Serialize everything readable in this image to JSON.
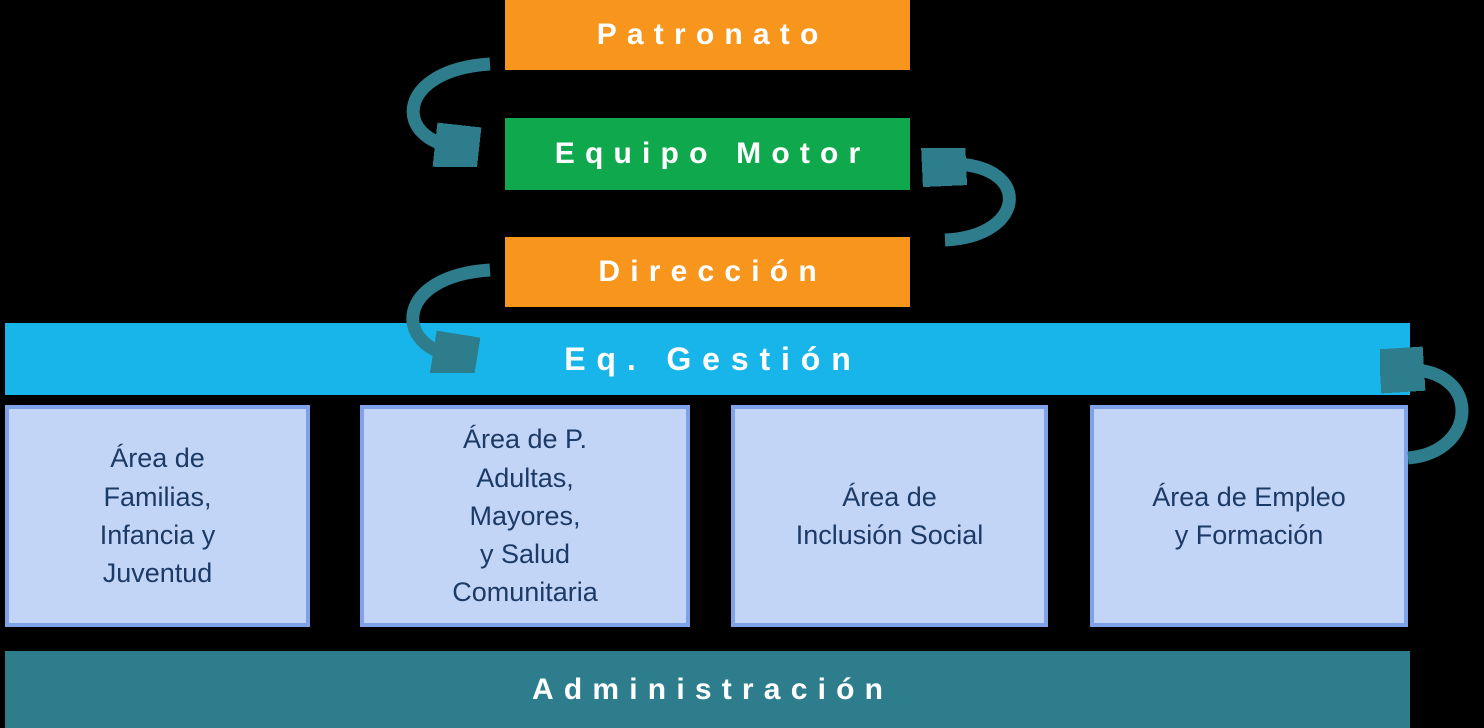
{
  "palette": {
    "orange": "#F7951D",
    "green": "#10A84C",
    "cyan": "#18B5EA",
    "teal": "#2E7D8C",
    "area_fill": "#C2D5F7",
    "area_border": "#7FA2E8",
    "area_text": "#1C3A66"
  },
  "bars": {
    "patronato": "Patronato",
    "equipo_motor": "Equipo Motor",
    "direccion": "Dirección",
    "eq_gestion": "Eq. Gestión",
    "administracion": "Administración"
  },
  "areas": [
    {
      "label": [
        "Área de",
        "Familias,",
        "Infancia y",
        "Juventud"
      ]
    },
    {
      "label": [
        "Área de P.",
        "Adultas,",
        "Mayores,",
        "y Salud",
        "Comunitaria"
      ]
    },
    {
      "label": [
        "Área de",
        "Inclusión Social"
      ]
    },
    {
      "label": [
        "Área de Empleo",
        "y Formación"
      ]
    }
  ],
  "arrows": [
    {
      "name": "patronato-to-equipo-motor"
    },
    {
      "name": "direccion-to-equipo-motor"
    },
    {
      "name": "direccion-to-eq-gestion"
    },
    {
      "name": "loop-into-eq-gestion"
    }
  ]
}
